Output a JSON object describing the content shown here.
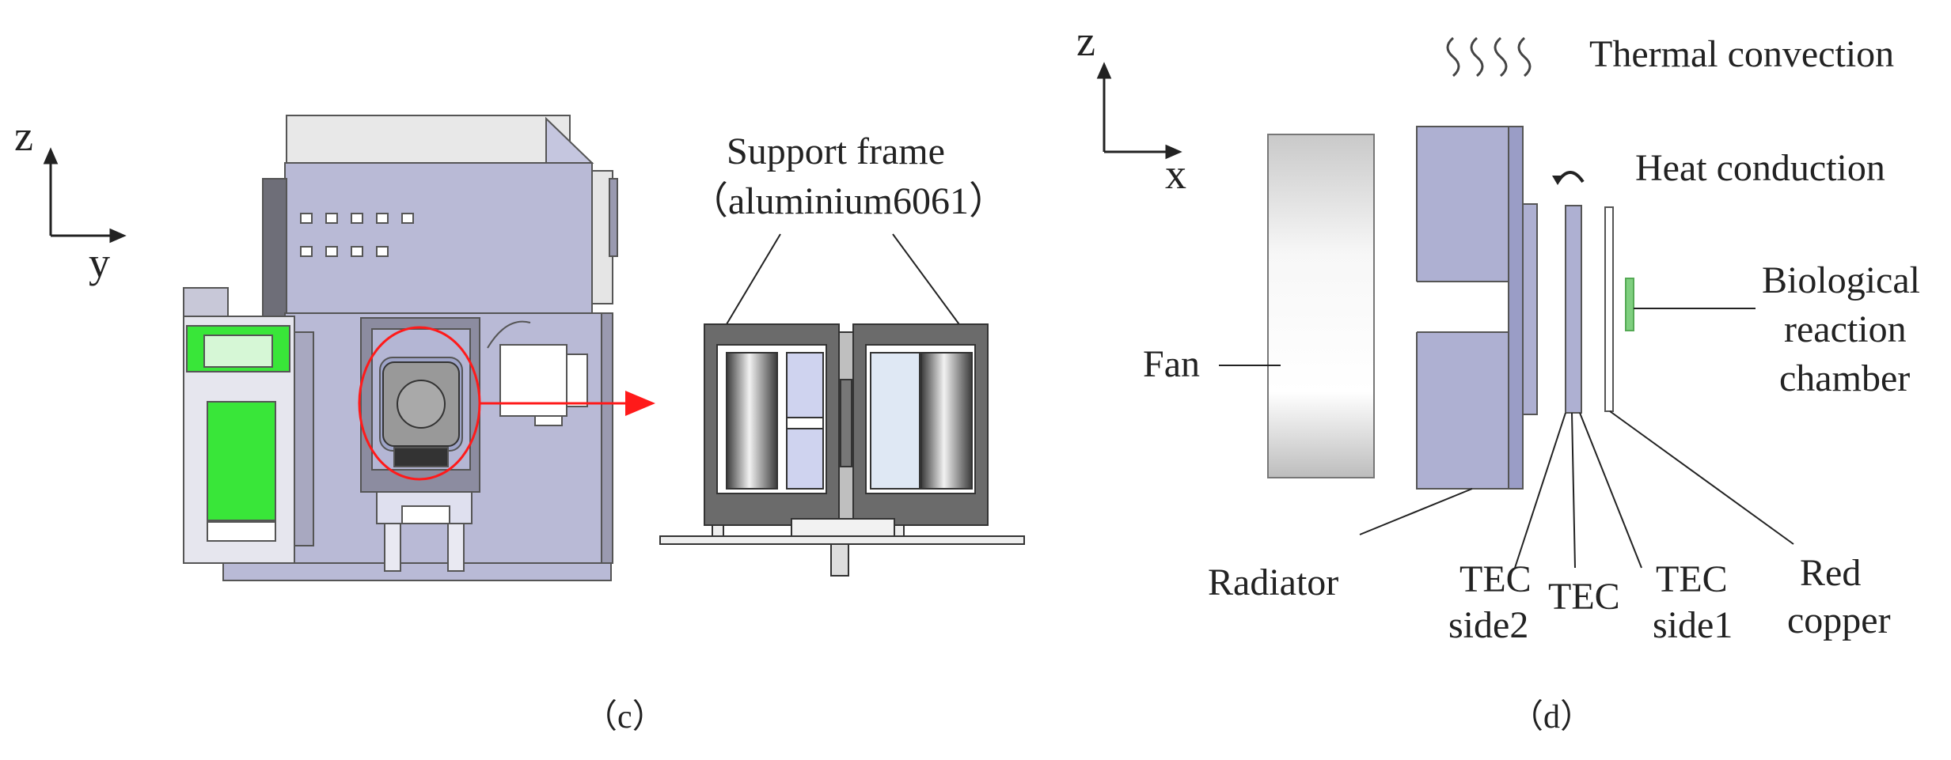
{
  "panel_c": {
    "caption": "（c）",
    "axis_vertical": "z",
    "axis_horizontal": "y",
    "callout_title": "Support frame",
    "callout_material": "（aluminium6061）",
    "colors": {
      "body": "#b9bad6",
      "body_dark": "#6e6e78",
      "green": "#39e639",
      "highlight": "#ff1a1a",
      "frame_gray": "#6b6b6b"
    }
  },
  "panel_d": {
    "caption": "（d）",
    "axis_vertical": "z",
    "axis_horizontal": "x",
    "legend_convection": "Thermal convection",
    "legend_conduction": "Heat conduction",
    "label_fan": "Fan",
    "label_radiator": "Radiator",
    "label_tec_side2_line1": "TEC",
    "label_tec_side2_line2": "side2",
    "label_tec": "TEC",
    "label_tec_side1_line1": "TEC",
    "label_tec_side1_line2": "side1",
    "label_copper_line1": "Red",
    "label_copper_line2": "copper",
    "label_chamber_line1": "Biological",
    "label_chamber_line2": "reaction",
    "label_chamber_line3": "chamber",
    "colors": {
      "radiator": "#aeb0d2",
      "tec": "#aeb0d2",
      "chamber": "#7fcf7f"
    }
  }
}
